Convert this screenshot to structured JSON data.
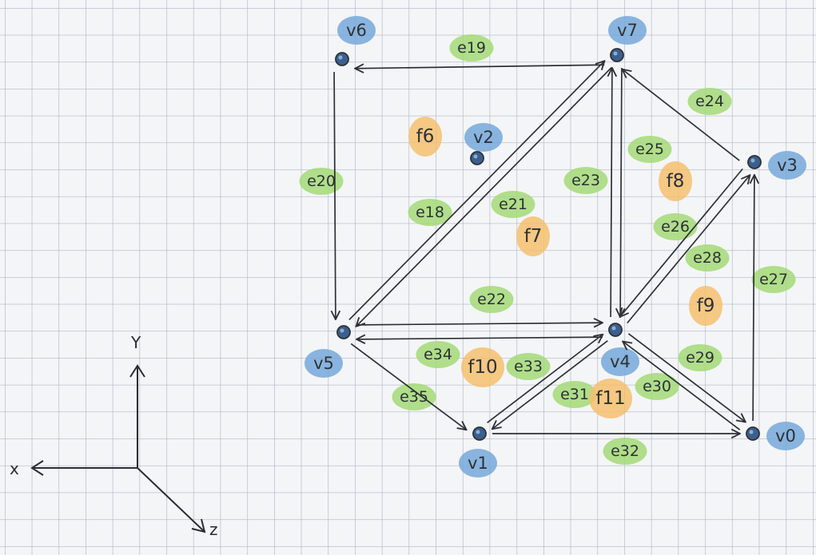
{
  "colors": {
    "paper": "#f4f5f7",
    "grid": "#aeb8c6",
    "ink": "#2e3136",
    "vertex_fill": "#3b5f8e",
    "vertex_highlight": "#74a8da",
    "edge_highlight": "#a3d977",
    "face_highlight": "#f5bf6e",
    "axis_ink": "#2a2c30"
  },
  "axes": {
    "x": "x",
    "y": "Y",
    "z": "z"
  },
  "vertices": [
    {
      "id": "v0",
      "label": "v0"
    },
    {
      "id": "v1",
      "label": "v1"
    },
    {
      "id": "v2",
      "label": "v2"
    },
    {
      "id": "v3",
      "label": "v3"
    },
    {
      "id": "v4",
      "label": "v4"
    },
    {
      "id": "v5",
      "label": "v5"
    },
    {
      "id": "v6",
      "label": "v6"
    },
    {
      "id": "v7",
      "label": "v7"
    }
  ],
  "edges": [
    {
      "id": "e18",
      "label": "e18",
      "from": "v5",
      "to": "v7"
    },
    {
      "id": "e19",
      "label": "e19",
      "from": "v7",
      "to": "v6"
    },
    {
      "id": "e20",
      "label": "e20",
      "from": "v6",
      "to": "v5"
    },
    {
      "id": "e21",
      "label": "e21",
      "from": "v7",
      "to": "v5"
    },
    {
      "id": "e22",
      "label": "e22",
      "from": "v5",
      "to": "v4"
    },
    {
      "id": "e23",
      "label": "e23",
      "from": "v4",
      "to": "v7"
    },
    {
      "id": "e24",
      "label": "e24",
      "from": "v3",
      "to": "v7"
    },
    {
      "id": "e25",
      "label": "e25",
      "from": "v7",
      "to": "v4"
    },
    {
      "id": "e26",
      "label": "e26",
      "from": "v4",
      "to": "v3"
    },
    {
      "id": "e27",
      "label": "e27",
      "from": "v0",
      "to": "v3"
    },
    {
      "id": "e28",
      "label": "e28",
      "from": "v3",
      "to": "v4"
    },
    {
      "id": "e29",
      "label": "e29",
      "from": "v4",
      "to": "v0"
    },
    {
      "id": "e30",
      "label": "e30",
      "from": "v0",
      "to": "v4"
    },
    {
      "id": "e31",
      "label": "e31",
      "from": "v4",
      "to": "v1"
    },
    {
      "id": "e32",
      "label": "e32",
      "from": "v1",
      "to": "v0"
    },
    {
      "id": "e33",
      "label": "e33",
      "from": "v1",
      "to": "v4"
    },
    {
      "id": "e34",
      "label": "e34",
      "from": "v4",
      "to": "v5"
    },
    {
      "id": "e35",
      "label": "e35",
      "from": "v5",
      "to": "v1"
    }
  ],
  "faces": [
    {
      "id": "f6",
      "label": "f6"
    },
    {
      "id": "f7",
      "label": "f7"
    },
    {
      "id": "f8",
      "label": "f8"
    },
    {
      "id": "f9",
      "label": "f9"
    },
    {
      "id": "f10",
      "label": "f10"
    },
    {
      "id": "f11",
      "label": "f11"
    }
  ]
}
